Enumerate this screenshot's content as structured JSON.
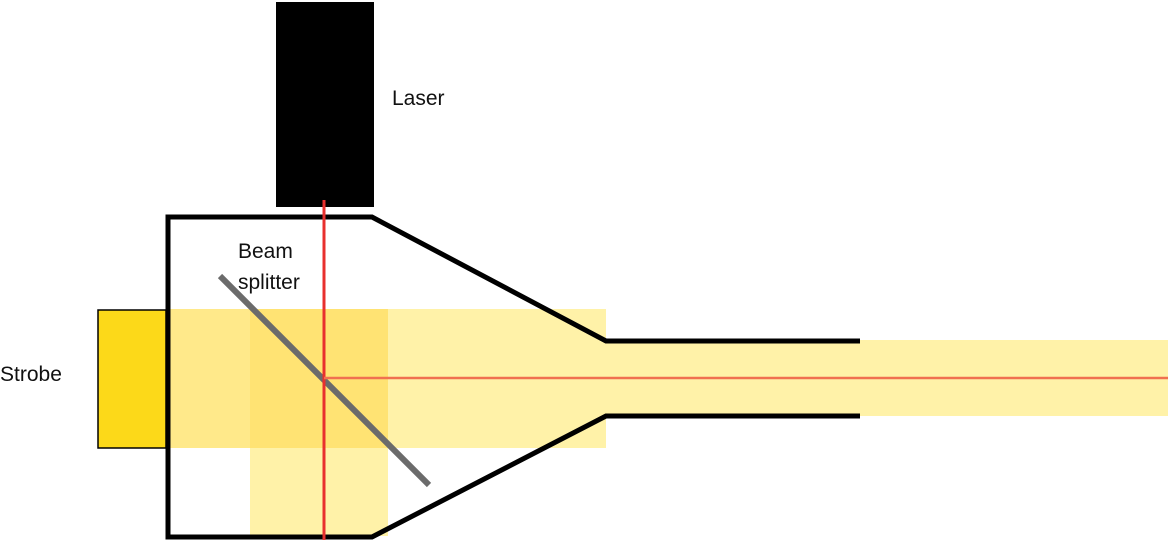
{
  "labels": {
    "laser": "Laser",
    "beam_splitter_line1": "Beam",
    "beam_splitter_line2": "splitter",
    "strobe": "Strobe"
  },
  "colors": {
    "housing": "#000000",
    "laser_body": "#000000",
    "laser_beam": "#e8302e",
    "strobe_source": "#fcd919",
    "strobe_light": "#fff2a8",
    "strobe_light_mid": "#ffe98a",
    "strobe_light_dense": "#ffdd61",
    "splitter": "#6b6b6b"
  },
  "icons": {
    "laser": "laser-block",
    "strobe": "strobe-block",
    "splitter": "beam-splitter-plate"
  }
}
